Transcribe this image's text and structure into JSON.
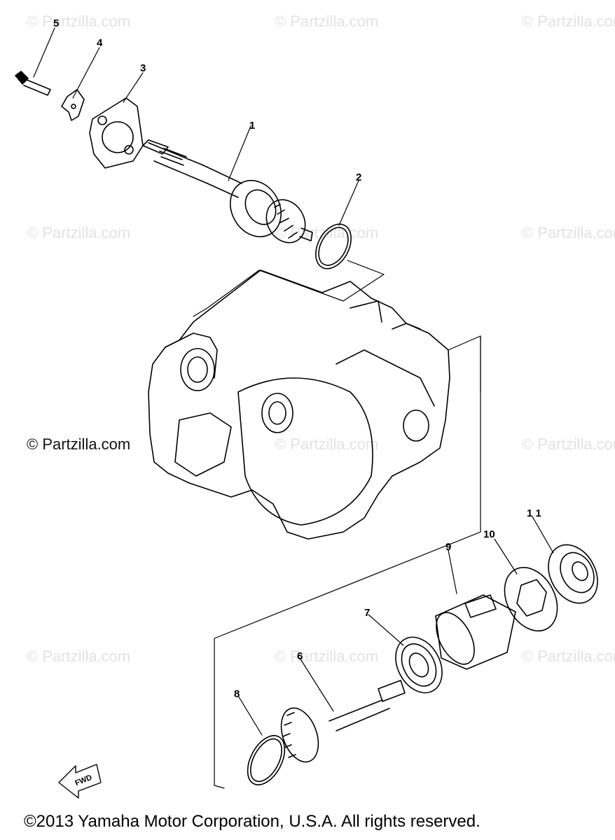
{
  "watermarks": {
    "text": "© Partzilla.com",
    "highlighted": "© Partzilla.com"
  },
  "callouts": {
    "c1": "1",
    "c2": "2",
    "c3": "3",
    "c4": "4",
    "c5": "5",
    "c6": "6",
    "c7": "7",
    "c8": "8",
    "c9": "9",
    "c10": "10",
    "c11": "1 1"
  },
  "fwd_label": "FWD",
  "copyright": "©2013 Yamaha Motor Corporation, U.S.A. All rights reserved."
}
